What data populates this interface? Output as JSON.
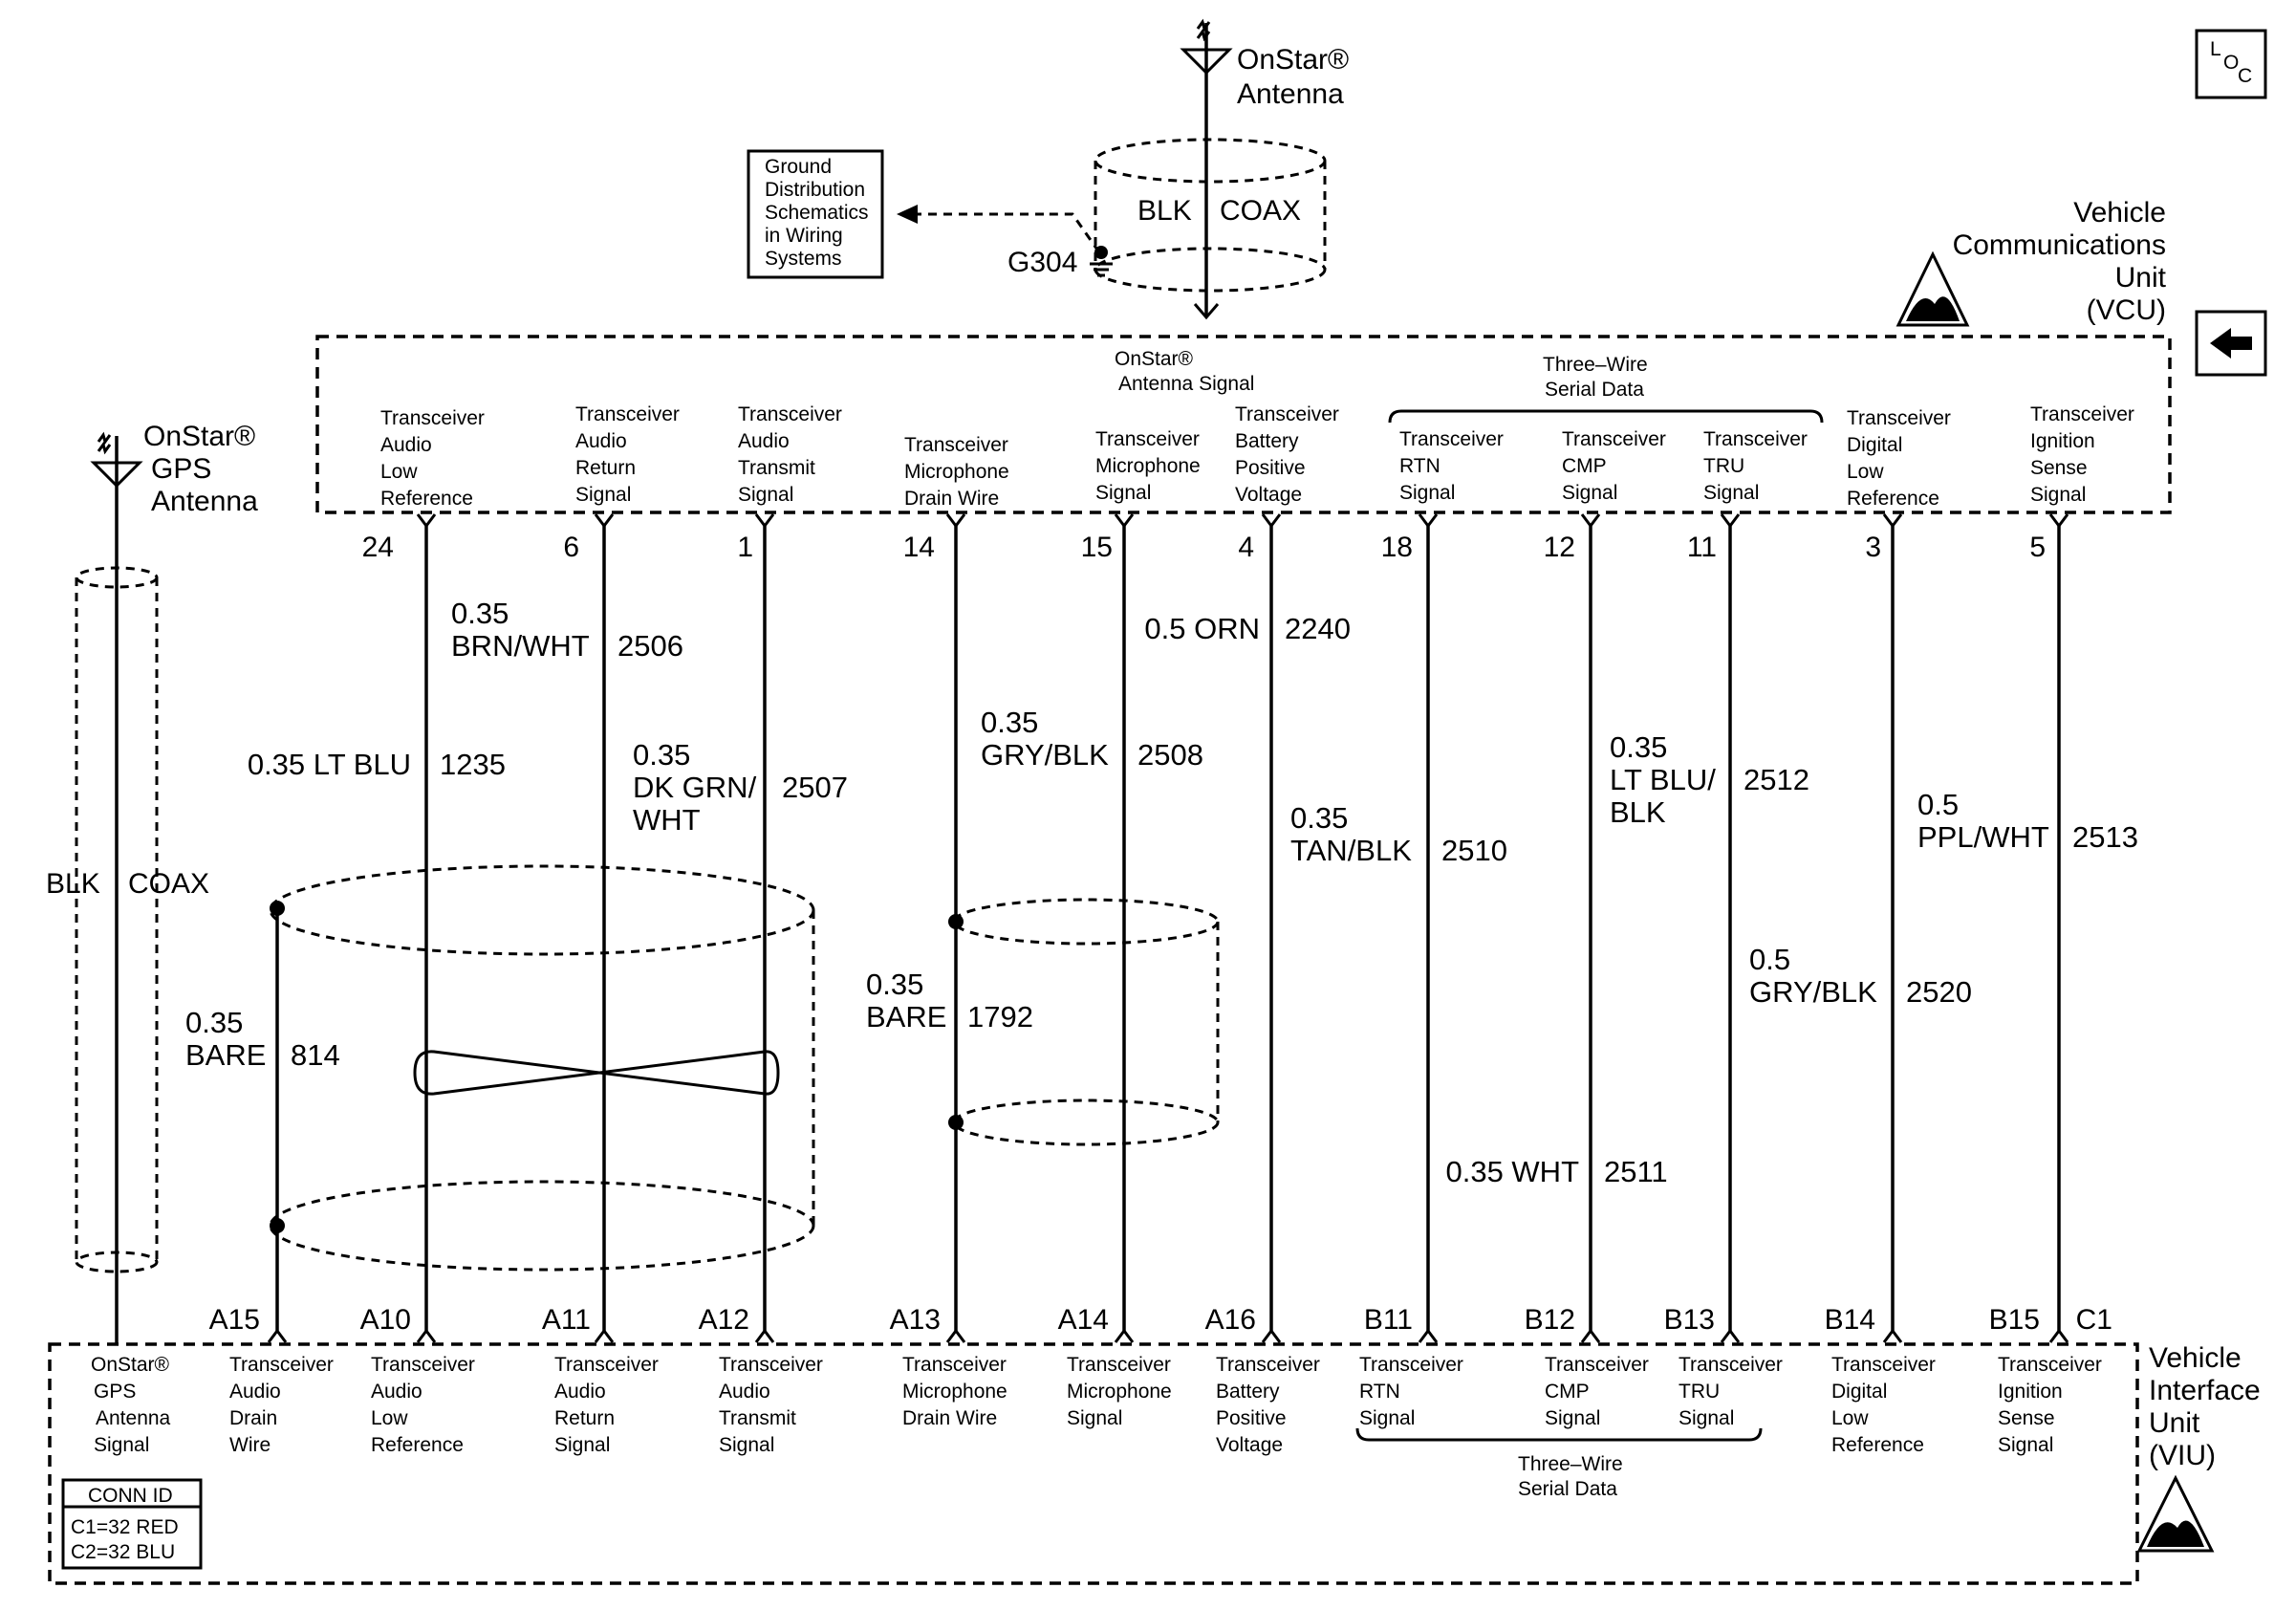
{
  "onstar_antenna": {
    "line1": "OnStar®",
    "line2": "Antenna",
    "coax_color": "BLK",
    "coax_type": "COAX"
  },
  "gps_antenna": {
    "line1": "OnStar®",
    "line2": "GPS",
    "line3": "Antenna",
    "coax_color": "BLK",
    "coax_type": "COAX"
  },
  "ground_box": {
    "lines": [
      "Ground",
      "Distribution",
      "Schematics",
      "in Wiring",
      "Systems"
    ]
  },
  "ground_label": "G304",
  "loc_icon": {
    "l": "L",
    "o": "O",
    "c": "C"
  },
  "vcu": {
    "name_lines": [
      "Vehicle",
      "Communications",
      "Unit",
      "(VCU)"
    ],
    "antenna_signal_lines": [
      "OnStar®",
      "Antenna Signal"
    ],
    "group_label_lines": [
      "Three–Wire",
      "Serial Data"
    ],
    "terminals": [
      {
        "pin": "24",
        "lines": [
          "Transceiver",
          "Audio",
          "Low",
          "Reference"
        ]
      },
      {
        "pin": "6",
        "lines": [
          "Transceiver",
          "Audio",
          "Return",
          "Signal"
        ]
      },
      {
        "pin": "1",
        "lines": [
          "Transceiver",
          "Audio",
          "Transmit",
          "Signal"
        ]
      },
      {
        "pin": "14",
        "lines": [
          "Transceiver",
          "Microphone",
          "Drain Wire"
        ]
      },
      {
        "pin": "15",
        "lines": [
          "Transceiver",
          "Microphone",
          "Signal"
        ]
      },
      {
        "pin": "4",
        "lines": [
          "Transceiver",
          "Battery",
          "Positive",
          "Voltage"
        ]
      },
      {
        "pin": "18",
        "lines": [
          "Transceiver",
          "RTN",
          "Signal"
        ]
      },
      {
        "pin": "12",
        "lines": [
          "Transceiver",
          "CMP",
          "Signal"
        ]
      },
      {
        "pin": "11",
        "lines": [
          "Transceiver",
          "TRU",
          "Signal"
        ]
      },
      {
        "pin": "3",
        "lines": [
          "Transceiver",
          "Digital",
          "Low",
          "Reference"
        ]
      },
      {
        "pin": "5",
        "lines": [
          "Transceiver",
          "Ignition",
          "Sense",
          "Signal"
        ]
      }
    ]
  },
  "viu": {
    "name_lines": [
      "Vehicle",
      "Interface",
      "Unit",
      "(VIU)"
    ],
    "group_label_lines": [
      "Three–Wire",
      "Serial Data"
    ],
    "gps_terminal_lines": [
      "OnStar®",
      "GPS",
      "Antenna",
      "Signal"
    ],
    "terminals": [
      {
        "pin": "A15",
        "lines": [
          "Transceiver",
          "Audio",
          "Drain",
          "Wire"
        ]
      },
      {
        "pin": "A10",
        "lines": [
          "Transceiver",
          "Audio",
          "Low",
          "Reference"
        ]
      },
      {
        "pin": "A11",
        "lines": [
          "Transceiver",
          "Audio",
          "Return",
          "Signal"
        ]
      },
      {
        "pin": "A12",
        "lines": [
          "Transceiver",
          "Audio",
          "Transmit",
          "Signal"
        ]
      },
      {
        "pin": "A13",
        "lines": [
          "Transceiver",
          "Microphone",
          "Drain Wire"
        ]
      },
      {
        "pin": "A14",
        "lines": [
          "Transceiver",
          "Microphone",
          "Signal"
        ]
      },
      {
        "pin": "A16",
        "lines": [
          "Transceiver",
          "Battery",
          "Positive",
          "Voltage"
        ]
      },
      {
        "pin": "B11",
        "lines": [
          "Transceiver",
          "RTN",
          "Signal"
        ]
      },
      {
        "pin": "B12",
        "lines": [
          "Transceiver",
          "CMP",
          "Signal"
        ]
      },
      {
        "pin": "B13",
        "lines": [
          "Transceiver",
          "TRU",
          "Signal"
        ]
      },
      {
        "pin": "B14",
        "lines": [
          "Transceiver",
          "Digital",
          "Low",
          "Reference"
        ]
      },
      {
        "pin": "B15",
        "lines": [
          "Transceiver",
          "Ignition",
          "Sense",
          "Signal"
        ]
      },
      {
        "pin": "C1",
        "lines": []
      }
    ],
    "conn_id": {
      "title": "CONN ID",
      "c1": "C1=32 RED",
      "c2": "C2=32 BLU"
    }
  },
  "wires": [
    {
      "size_color": "0.35 LT BLU",
      "circuit": "1235"
    },
    {
      "size": "0.35",
      "color": "BRN/WHT",
      "circuit": "2506"
    },
    {
      "size": "0.35",
      "color1": "DK GRN/",
      "color2": "WHT",
      "circuit": "2507"
    },
    {
      "size": "0.35",
      "color": "GRY/BLK",
      "circuit": "2508"
    },
    {
      "size_color": "0.5 ORN",
      "circuit": "2240"
    },
    {
      "size": "0.35",
      "color": "TAN/BLK",
      "circuit": "2510"
    },
    {
      "size_color": "0.35 WHT",
      "circuit": "2511"
    },
    {
      "size": "0.35",
      "color1": "LT BLU/",
      "color2": "BLK",
      "circuit": "2512"
    },
    {
      "size": "0.5",
      "color": "GRY/BLK",
      "circuit": "2520"
    },
    {
      "size": "0.5",
      "color": "PPL/WHT",
      "circuit": "2513"
    }
  ],
  "drain_wires": [
    {
      "size": "0.35",
      "color": "BARE",
      "circuit": "814"
    },
    {
      "size": "0.35",
      "color": "BARE",
      "circuit": "1792"
    }
  ]
}
